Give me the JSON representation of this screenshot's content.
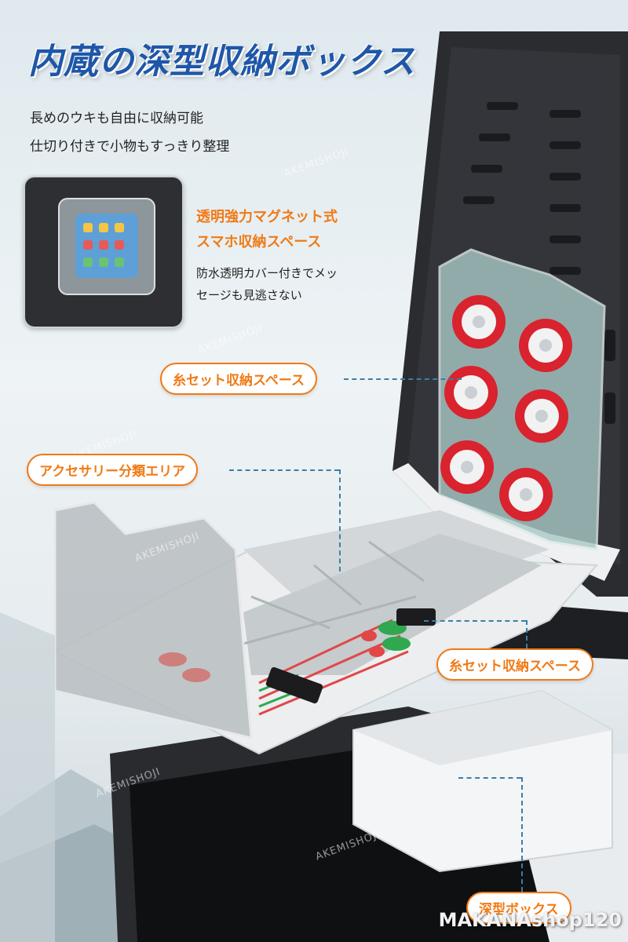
{
  "title": "内蔵の深型収納ボックス",
  "subtitles": [
    "長めのウキも自由に収納可能",
    "仕切り付きで小物もすっきり整理"
  ],
  "inset": {
    "heading_line1": "透明強力マグネット式",
    "heading_line2": "スマホ収納スペース",
    "desc_line1": "防水透明カバー付きでメッ",
    "desc_line2": "セージも見逃さない"
  },
  "callouts": {
    "line_storage_top": "糸セット収納スペース",
    "accessory_area": "アクセサリー分類エリア",
    "line_storage_side": "糸セット収納スペース",
    "deep_box": "深型ボックス"
  },
  "watermark": "AKEMISHOJI",
  "footer": "MAKANAshop120",
  "colors": {
    "title_blue": "#1f57a8",
    "accent_orange": "#f07a16",
    "leader_blue": "#3a7fa8",
    "lid_black": "#2b2c30",
    "spool_red": "#d9232e"
  }
}
